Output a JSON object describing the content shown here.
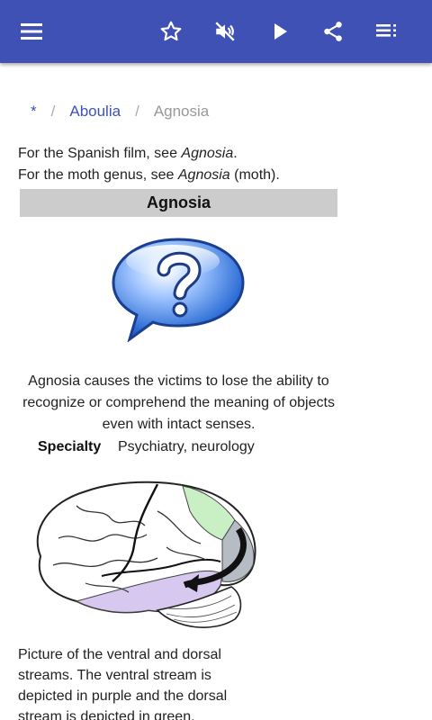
{
  "toolbar": {
    "menu_icon": "hamburger-menu-icon",
    "favorite_icon": "star-outline-icon",
    "mute_icon": "volume-off-icon",
    "play_icon": "play-icon",
    "share_icon": "share-icon",
    "list_icon": "playlist-icon",
    "color": "#3f51b5"
  },
  "breadcrumb": {
    "home": "*",
    "separator": "/",
    "parent": "Aboulia",
    "current": "Agnosia"
  },
  "hatnotes": {
    "film_prefix": "For the Spanish film, see ",
    "film_link": "Agnosia",
    "film_suffix": ".",
    "moth_prefix": "For the moth genus, see ",
    "moth_link": "Agnosia",
    "moth_suffix": " (moth)."
  },
  "infobox": {
    "title": "Agnosia",
    "image_icon": "question-bubble-icon",
    "caption": "Agnosia causes the victims to lose the ability to recognize or comprehend the meaning of objects even with intact senses.",
    "specialty_label": "Specialty",
    "specialty_value": "Psychiatry, neurology"
  },
  "figure": {
    "image": "brain-streams-diagram",
    "caption": "Picture of the ventral and dorsal streams. The ventral stream is depicted in purple and the dorsal stream is depicted in green."
  }
}
